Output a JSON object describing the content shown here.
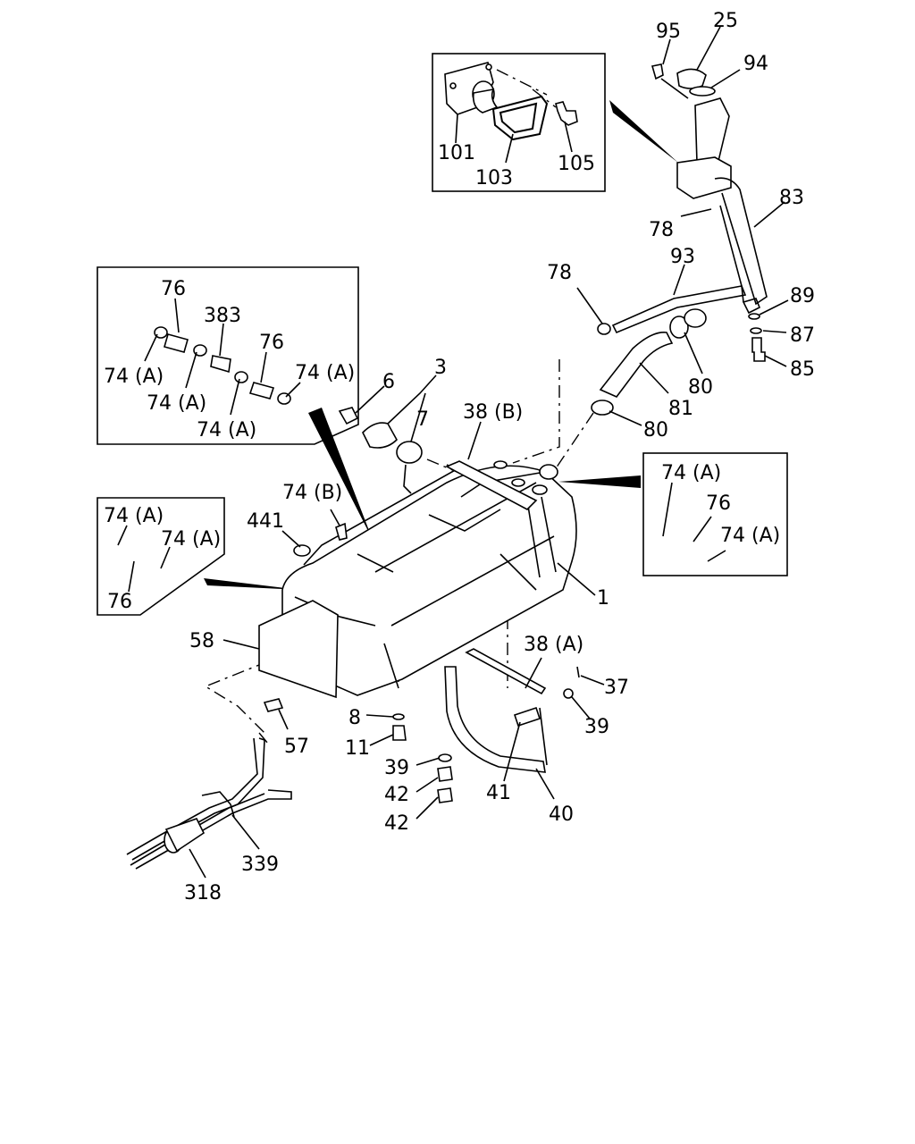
{
  "labels": {
    "l95": "95",
    "l25": "25",
    "l94": "94",
    "l101": "101",
    "l103": "103",
    "l105": "105",
    "l83": "83",
    "l78a": "78",
    "l78b": "78",
    "l93": "93",
    "l89": "89",
    "l87": "87",
    "l85": "85",
    "l80a": "80",
    "l81": "81",
    "l80b": "80",
    "l76a": "76",
    "l383": "383",
    "l76b": "76",
    "l74a1": "74 (A)",
    "l74a2": "74 (A)",
    "l74a3": "74 (A)",
    "l74a4": "74 (A)",
    "l6": "6",
    "l3": "3",
    "l7": "7",
    "l38b": "38 (B)",
    "l74r1": "74 (A)",
    "l76r": "76",
    "l74r2": "74 (A)",
    "l74b": "74 (B)",
    "l441": "441",
    "l74l1": "74 (A)",
    "l74l2": "74 (A)",
    "l76l": "76",
    "l1": "1",
    "l58": "58",
    "l38a": "38 (A)",
    "l37": "37",
    "l8": "8",
    "l57": "57",
    "l11": "11",
    "l39a": "39",
    "l39b": "39",
    "l42a": "42",
    "l42b": "42",
    "l41": "41",
    "l40": "40",
    "l339": "339",
    "l318": "318"
  }
}
